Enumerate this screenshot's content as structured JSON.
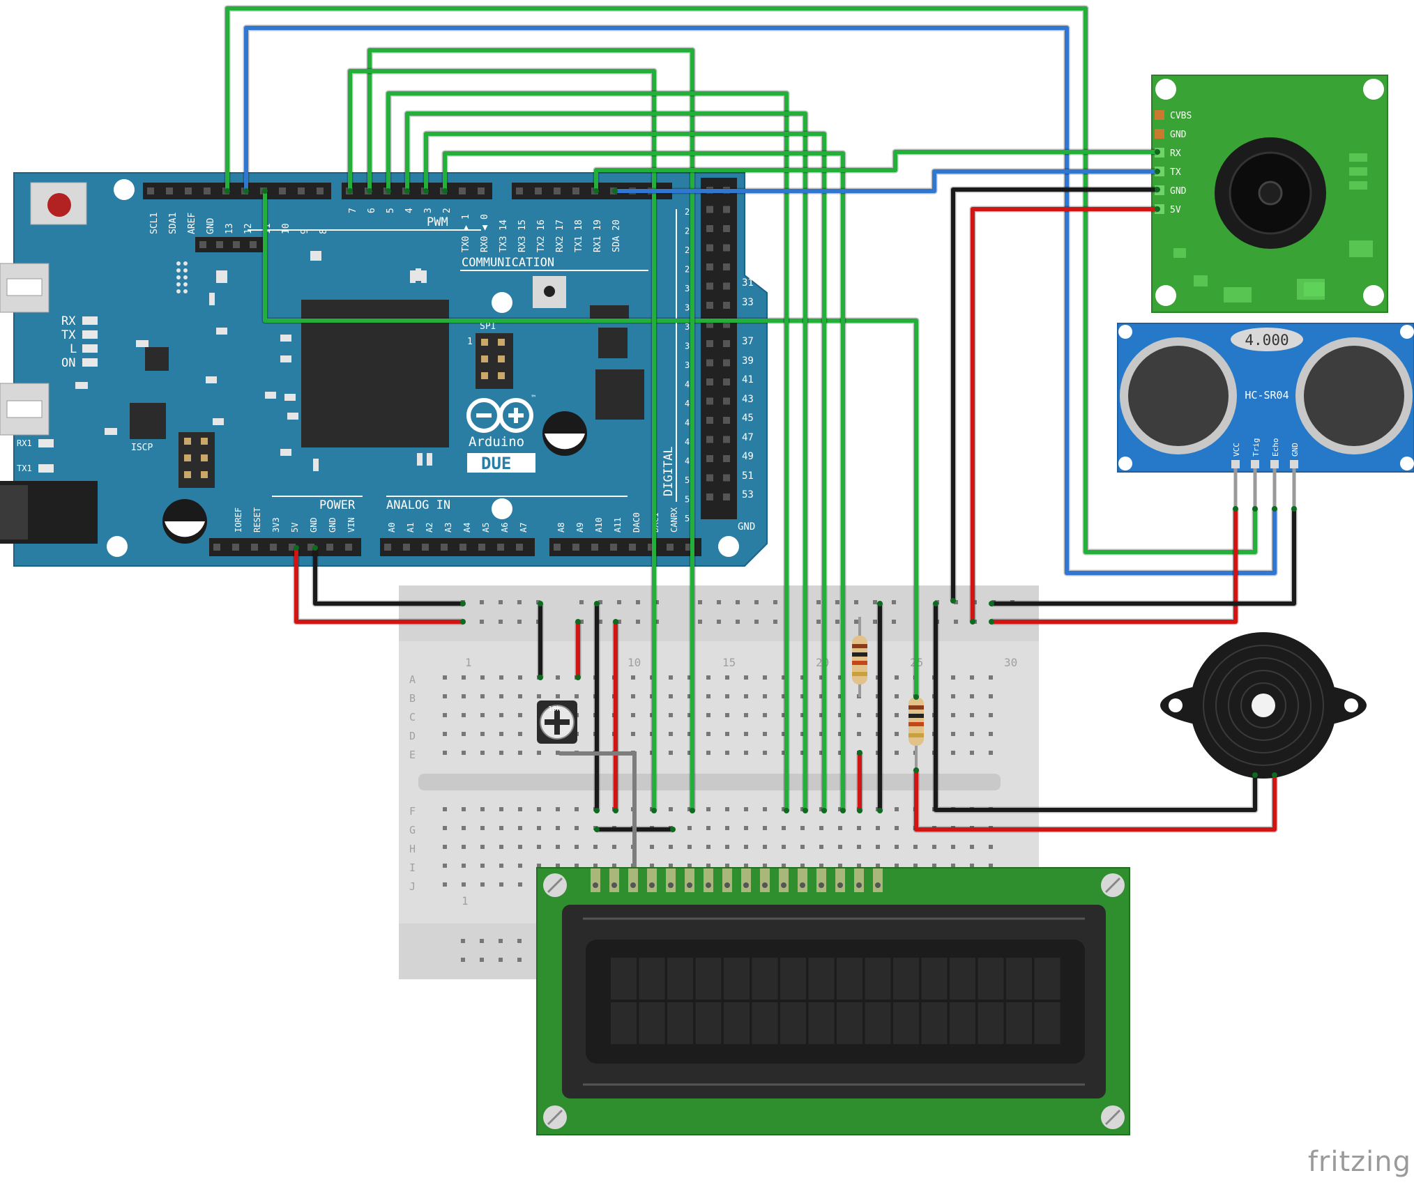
{
  "arduino": {
    "top_left_labels": [
      "SCL1",
      "SDA1",
      "AREF",
      "GND",
      "13",
      "12",
      "11",
      "10",
      "9",
      "8"
    ],
    "top_pwm_labels": [
      "7",
      "6",
      "5",
      "4",
      "3",
      "2"
    ],
    "pwm_label": "PWM",
    "comm_pin_labels": [
      "TX0 ▶ 1",
      "RX0 ◀ 0",
      "TX3 14",
      "RX3 15",
      "TX2 16",
      "RX2 17",
      "TX1 18",
      "RX1 19",
      "SDA 20"
    ],
    "communication_label": "COMMUNICATION",
    "led_labels": [
      "RX",
      "TX",
      "L",
      "ON"
    ],
    "rx1_label": "RX1",
    "tx1_label": "TX1",
    "iscp_label": "ISCP",
    "logo_text": "Arduino",
    "model_text": "DUE",
    "trademark": "™",
    "power_label": "POWER",
    "power_pins": [
      "IOREF",
      "RESET",
      "3V3",
      "5V",
      "GND",
      "GND",
      "VIN"
    ],
    "analog_label": "ANALOG IN",
    "analog_pins": [
      "A0",
      "A1",
      "A2",
      "A3",
      "A4",
      "A5",
      "A6",
      "A7",
      "A8",
      "A9",
      "A10",
      "A11",
      "DAC0",
      "DAC1",
      "CANRX"
    ],
    "digital_label": "DIGITAL",
    "right_pin_numbers": [
      "31",
      "33",
      "37",
      "39",
      "41",
      "43",
      "45",
      "47",
      "49",
      "51",
      "53"
    ],
    "gnd_label": "GND",
    "header_small": [
      "2",
      "2",
      "2",
      "2",
      "3",
      "3",
      "3",
      "3",
      "3",
      "4",
      "4",
      "4",
      "4",
      "4",
      "5",
      "5",
      "5"
    ],
    "spi_label": "SPI",
    "spi_num": "1"
  },
  "breadboard": {
    "column_numbers": [
      "1",
      "10",
      "15",
      "20",
      "25",
      "30"
    ],
    "row_letters_top": [
      "A",
      "B",
      "C",
      "D",
      "E"
    ],
    "row_letters_bottom": [
      "F",
      "G",
      "H",
      "I",
      "J"
    ],
    "bottom_number": "1"
  },
  "camera_module": {
    "pins": [
      "CVBS",
      "GND",
      "RX",
      "TX",
      "GND",
      "5V"
    ]
  },
  "ultrasonic": {
    "model": "HC-SR04",
    "crystal": "4.000",
    "pins": [
      "VCC",
      "Trig",
      "Echo",
      "GND"
    ]
  },
  "potentiometer": {
    "label": "10k"
  },
  "watermark": "fritzing",
  "colors": {
    "board_blue": "#2a7ea3",
    "wire_green": "#22b03a",
    "wire_blue": "#2f77d1",
    "wire_red": "#d11414",
    "wire_black": "#1a1a1a",
    "pcb_green": "#2f8f2f",
    "sensor_blue": "#2679c9"
  }
}
